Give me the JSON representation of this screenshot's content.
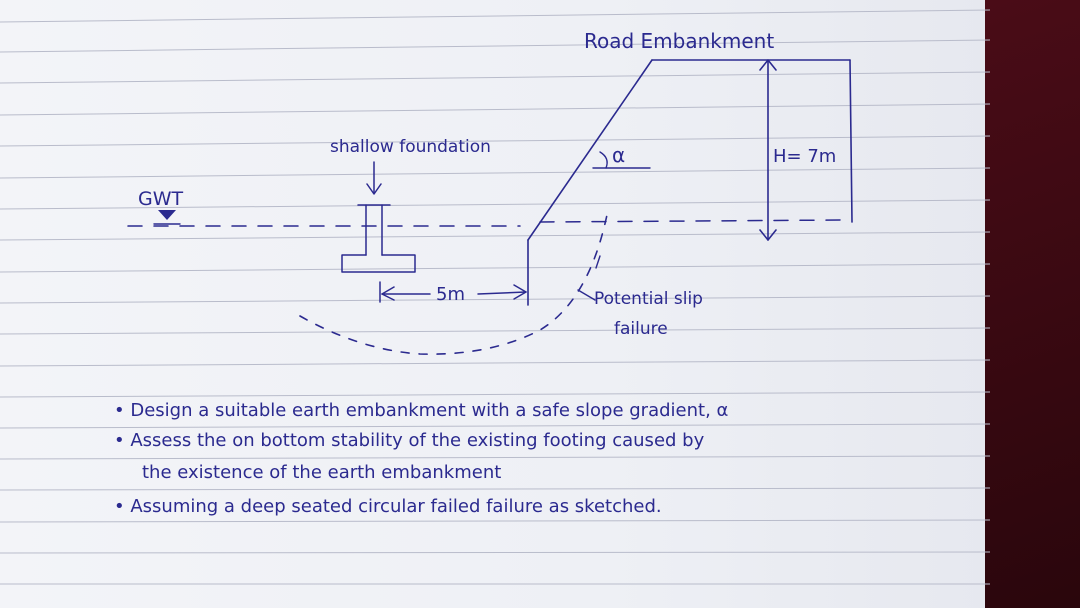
{
  "colors": {
    "ink": "#2b2a8f",
    "paper": "#f1f2f6",
    "rule_line": "#b9bccb",
    "desk": "#3a0a12"
  },
  "diagram": {
    "title": "Road Embankment",
    "foundation_label": "shallow foundation",
    "gwt_label": "GWT",
    "angle_label": "α",
    "height_label": "H= 7m",
    "distance_label": "5m",
    "slip_label_line1": "Potential slip",
    "slip_label_line2": "failure"
  },
  "notes": [
    "• Design a suitable earth embankment with a safe slope gradient, α",
    "• Assess the on bottom stability of the existing footing caused by",
    "the existence of the earth embankment",
    "• Assuming a deep seated circular failed failure as sketched."
  ]
}
